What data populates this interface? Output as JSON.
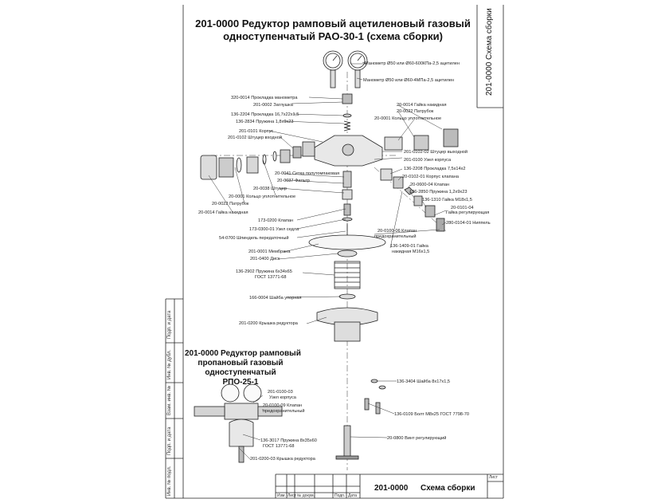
{
  "title_line1": "201-0000 Редуктор рамповый ацетиленовый газовый",
  "title_line2": "одноступенчатый РАО-30-1 (схема сборки)",
  "side_label": "201-0000  Схема сборки",
  "propane_title": [
    "201-0000 Редуктор рамповый",
    "пропановый газовый",
    "одноступенчатый",
    "РПО-25-1"
  ],
  "labels_right": [
    "Манометр Ø50 или Ø60-600КПа-2,5 ацетилен",
    "Манометр Ø50 или Ø60-4МПа-2,5 ацетилен",
    "20-0014 Гайка накидная",
    "20-0022 Патрубок",
    "20-0001 Кольцо уплотнительное",
    "201-0102-02 Штуцер выходной",
    "201-0100 Узел корпуса",
    "136-2208 Прокладка 7,5х14х2",
    "20-0102-01 Корпус клапана",
    "20-0600-04 Клапан",
    "136-2850 Пружина 1,2х9х23",
    "136-1310 Гайка М18х1,5",
    "20-0101-04",
    "Гайка регулирующая",
    "280-0104-01 Ниппель",
    "20-0100-06 Клапан",
    "предохранительный",
    "136-1409-01 Гайка",
    "накидная М16х1,5",
    "136-3404 Шайба 8х17х1,5",
    "136-0109 Болт М8х25 ГОСТ 7798-70",
    "20-0800 Винт регулирующий"
  ],
  "labels_left": [
    "320-0014 Прокладка манометра",
    "201-0002 Заглушка",
    "136-2204 Прокладка 16,7х22х1,5",
    "136-2834 Пружина 1,8х9х23",
    "201-0101 Корпус",
    "201-0102 Штуцер входной",
    "20-0041 Сетка полутомпаковая",
    "20-0037 Фильтр",
    "20-0038 Штуцер",
    "20-0001 Кольцо уплотнительное",
    "20-0022 Патрубок",
    "20-0014 Гайка накидная",
    "173-0200 Клапан",
    "173-0300-01 Узел седла",
    "54-0700 Шпиндель передаточный",
    "201-0001 Мембрана",
    "201-0400 Диск",
    "136-2902 Пружина 6х34х65",
    "ГОСТ 13771-68",
    "166-0004 Шайба упорная",
    "201-0200 Крышка редуктора"
  ],
  "labels_propane": [
    "201-0100-03",
    "Узел корпуса",
    "20-0100-09 Клапан",
    "предохранительный",
    "136-3017 Пружина 8х35х60",
    "ГОСТ 13771-68",
    "201-0200-03 Крышка редуктора"
  ],
  "stamp": {
    "doc": "201-0000",
    "name": "Схема сборки",
    "sheet": "Лист",
    "cols": [
      "Изм.",
      "Лист",
      "№ докум.",
      "Подп.",
      "Дата"
    ]
  },
  "margin_labels": [
    "Подп. и дата",
    "Инв. № дубл.",
    "Взам. инв. №",
    "Подп. и дата",
    "Инв. № подл."
  ]
}
